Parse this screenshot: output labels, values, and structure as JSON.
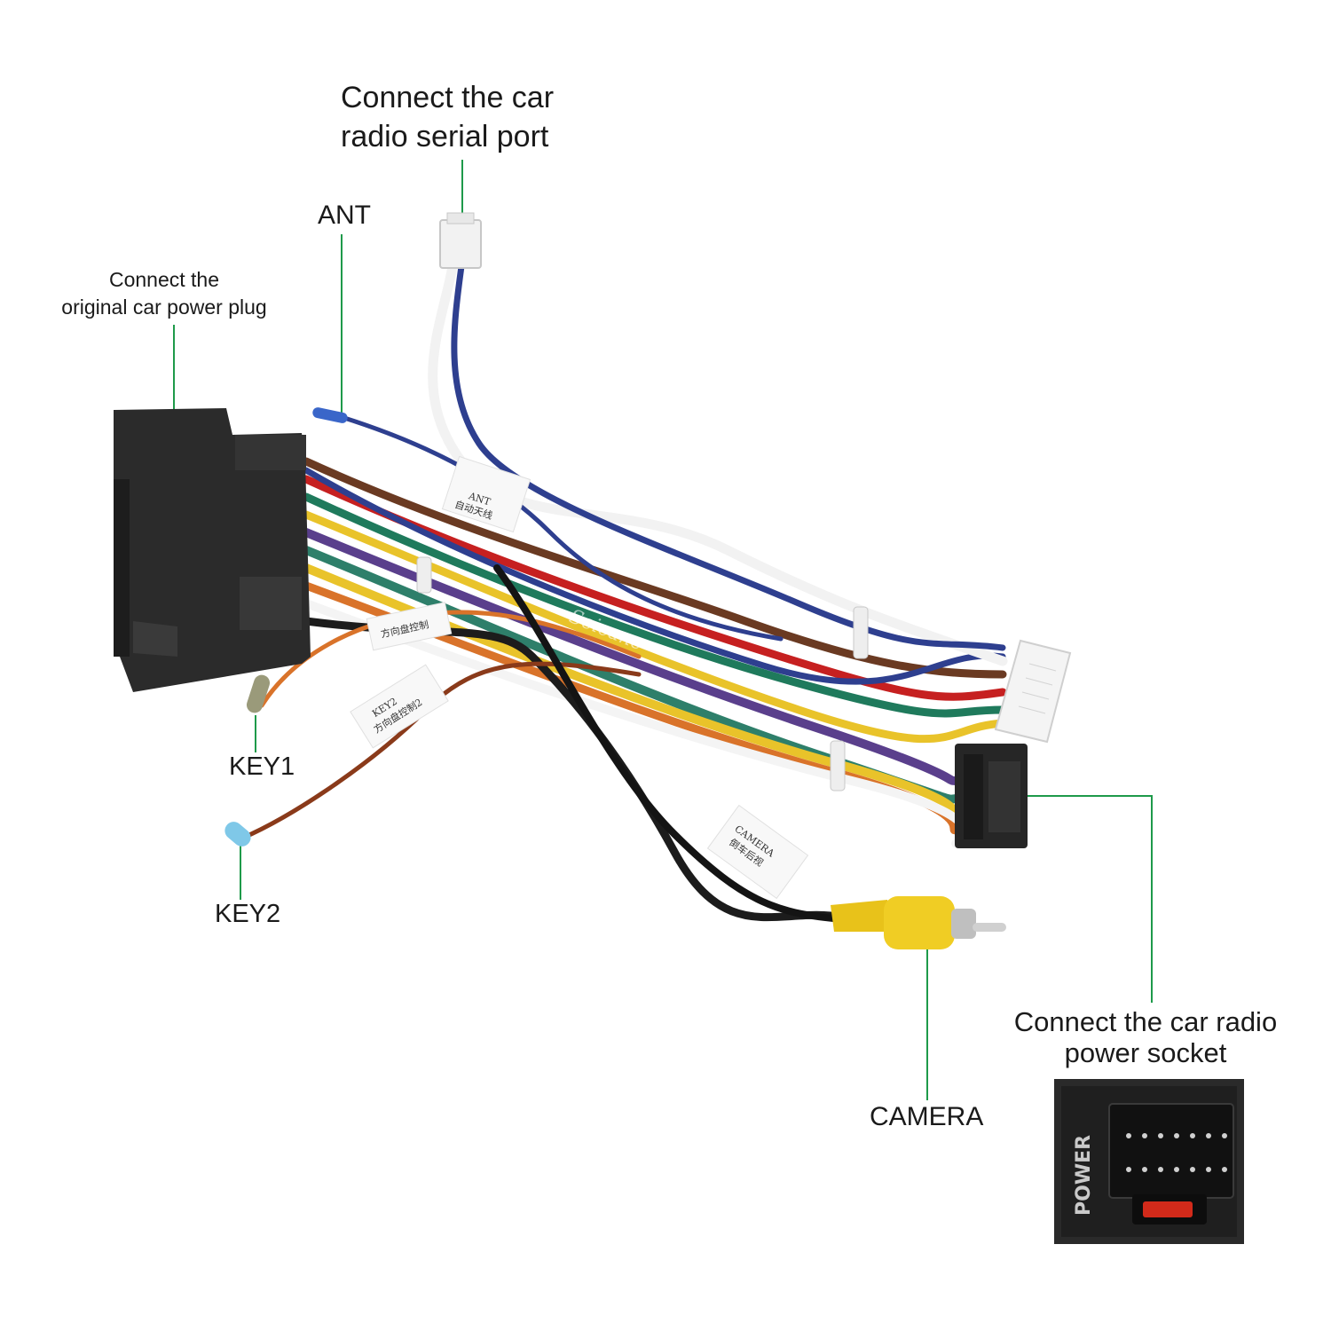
{
  "labels": {
    "serial_line1": "Connect the car",
    "serial_line2": "radio  serial port",
    "ant": "ANT",
    "power_plug_line1": "Connect the",
    "power_plug_line2": "original car power plug",
    "key1": "KEY1",
    "key2": "KEY2",
    "camera": "CAMERA",
    "socket_line1": "Connect the car radio",
    "socket_line2": "power socket"
  },
  "tags": {
    "ant_tag_line1": "ANT",
    "ant_tag_line2": "自动天线",
    "key1_tag": "方向盘控制",
    "key2_tag_line1": "KEY2",
    "key2_tag_line2": "方向盘控制2",
    "camera_tag_line1": "CAMERA",
    "camera_tag_line2": "倒车后视"
  },
  "inset": {
    "power_text": "POWER"
  },
  "watermark": "Seicane",
  "colors": {
    "leader_line": "#1e9a4a",
    "connector_black": "#2b2b2b",
    "rca_yellow": "#e8c21a",
    "wire_blue": "#2e3f8f",
    "wire_orange": "#d9732a",
    "wire_green": "#1f7a5c",
    "wire_yellow": "#e9c32a",
    "wire_purple": "#5a3f8c",
    "wire_brown": "#6a3a22",
    "wire_red": "#c62020"
  }
}
